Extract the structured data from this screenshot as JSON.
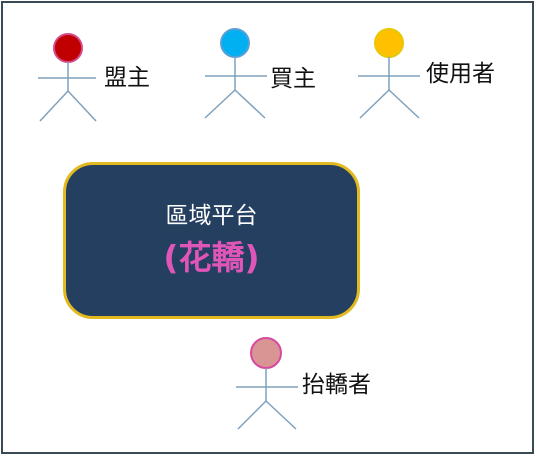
{
  "actors": [
    {
      "id": "mengzhu",
      "label": "盟主",
      "head_color": "#c00000",
      "head_border": "#d54a8a"
    },
    {
      "id": "maizhu",
      "label": "買主",
      "head_color": "#00b0f0",
      "head_border": "#5aa0d8"
    },
    {
      "id": "user",
      "label": "使用者",
      "head_color": "#ffc000",
      "head_border": "#e6c800"
    },
    {
      "id": "bearer",
      "label": "抬轎者",
      "head_color": "#d99594",
      "head_border": "#d54aa0"
    }
  ],
  "platform": {
    "title": "區域平台",
    "subtitle": "(花轎)",
    "subtitle_color": "#e056b8",
    "fill_color": "#243f5f",
    "border_color": "#e2b91f"
  },
  "colors": {
    "stick_line": "#7fa0bc"
  }
}
